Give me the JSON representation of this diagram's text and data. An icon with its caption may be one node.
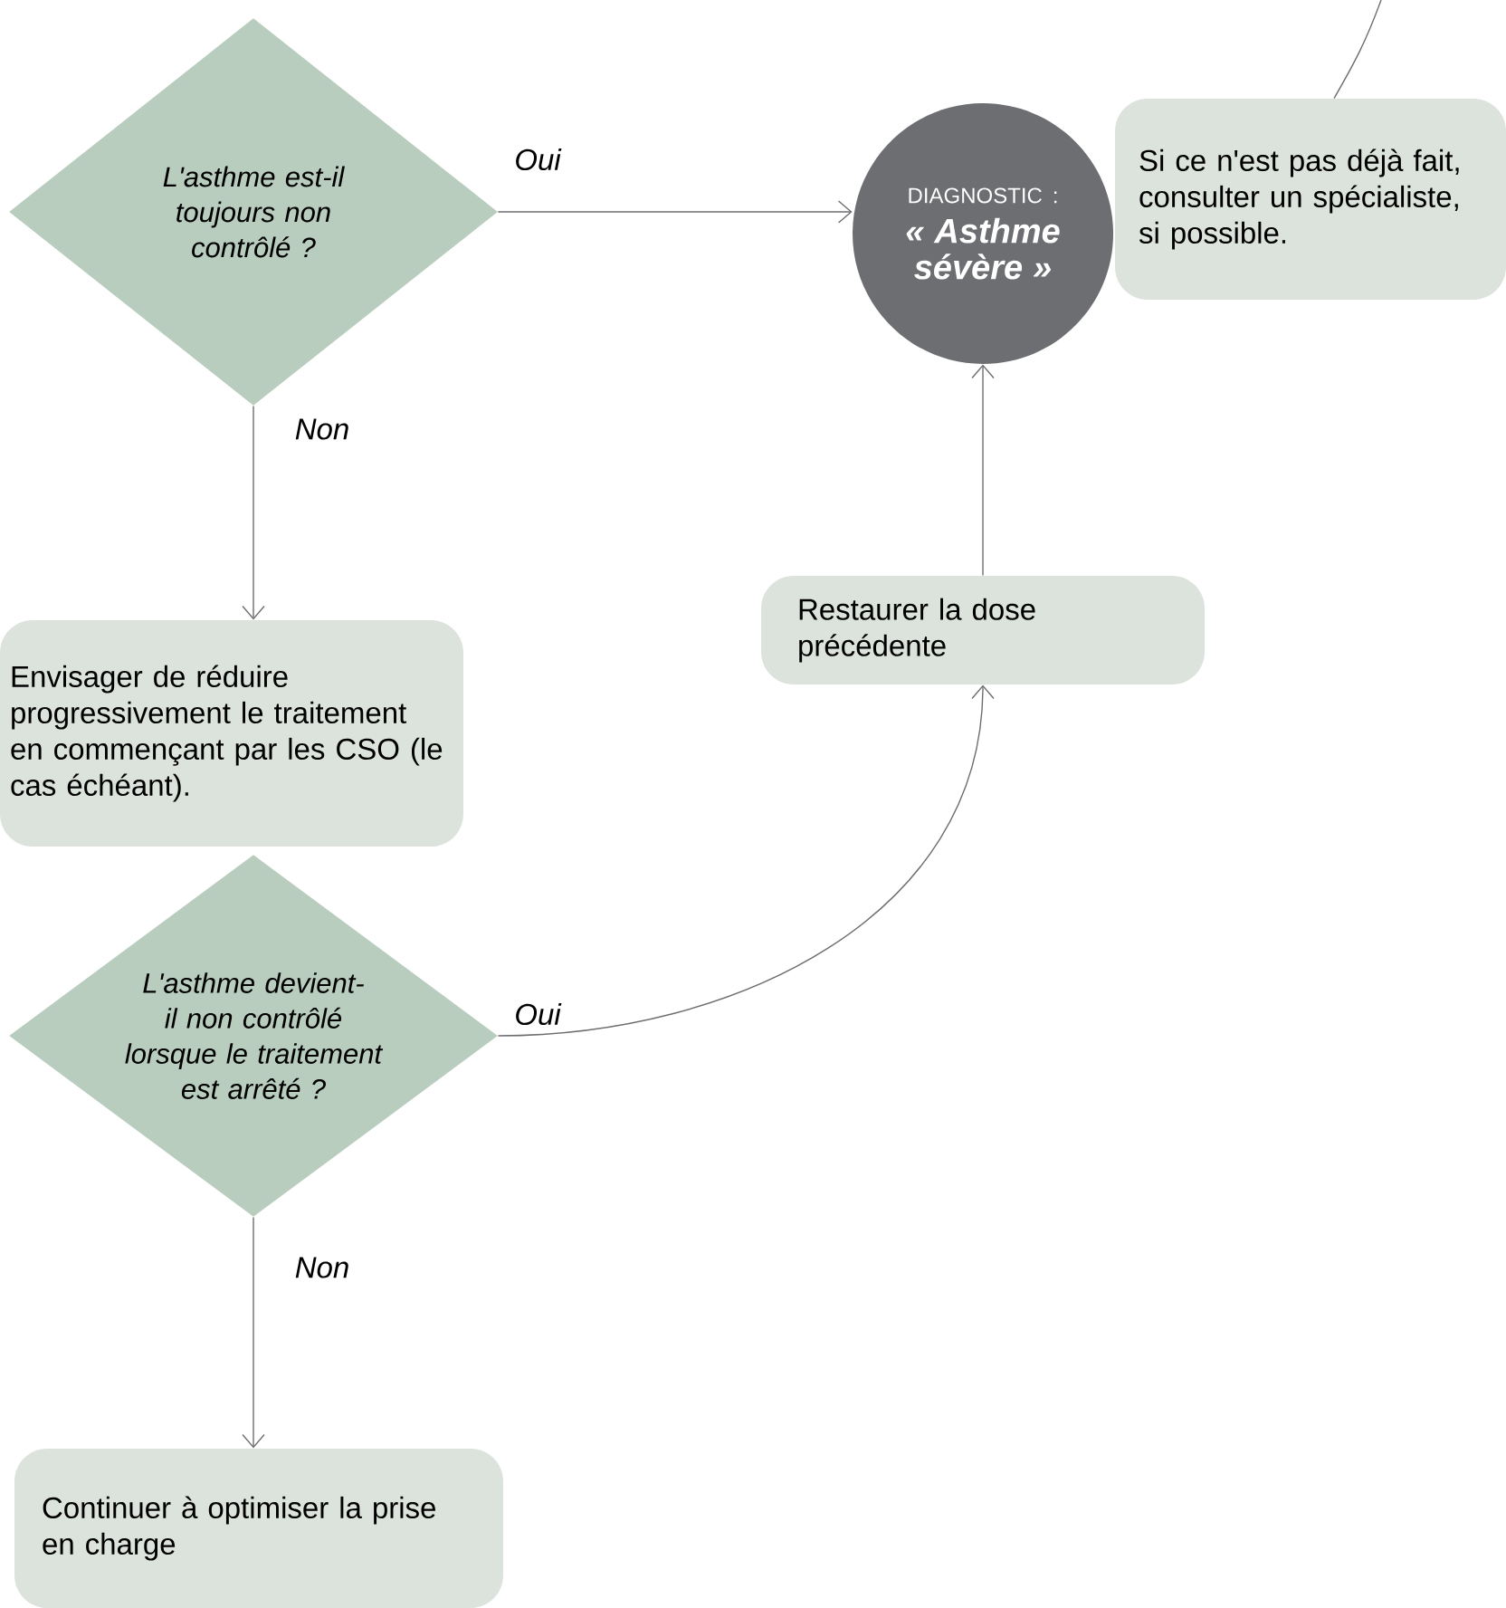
{
  "diagram": {
    "nodes": [
      {
        "text": [
          "L'asthme est-il toujours non contrôlé ?"
        ]
      },
      {
        "text": [
          "DIAGNOSTIC :",
          "« Asthme sévère »"
        ]
      },
      {
        "text": [
          "Si ce n'est pas déjà fait, consulter un spécialiste, si possible."
        ]
      },
      {
        "text": [
          "Restaurer la dose précédente"
        ]
      },
      {
        "text": [
          "Envisager de réduire progressivement le traitement en commençant par les CSO (le cas échéant)."
        ]
      },
      {
        "text": [
          "L'asthme devient-il non contrôlé lorsque le traitement est arrêté ?"
        ]
      },
      {
        "text": [
          "Continuer à optimiser la prise en charge"
        ]
      }
    ],
    "edges": [
      {
        "from": 0,
        "to": 1,
        "arrow": "to",
        "label": "Oui"
      },
      {
        "from": 0,
        "to": 4,
        "arrow": "to",
        "label": "Non"
      },
      {
        "from": 3,
        "to": 1,
        "arrow": "to"
      },
      {
        "from": 5,
        "to": 3,
        "arrow": "to",
        "label": "Oui"
      },
      {
        "from": 5,
        "to": 6,
        "arrow": "to",
        "label": "Non"
      },
      {
        "from": null,
        "to": 2,
        "arrow": "none"
      }
    ]
  }
}
